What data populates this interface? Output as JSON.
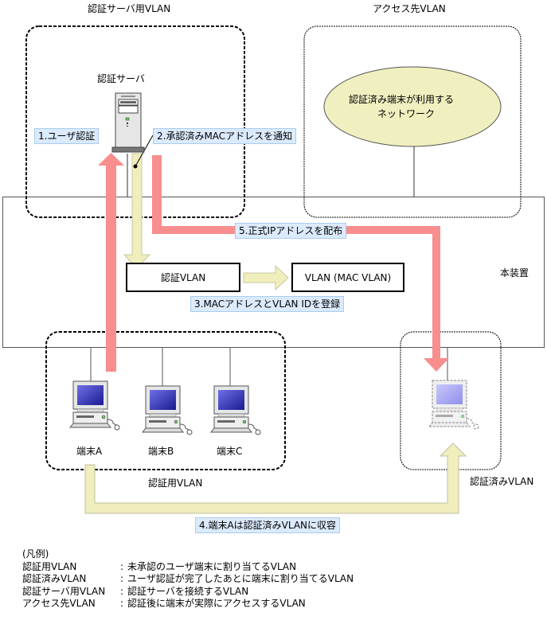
{
  "titles": {
    "auth_server_vlan": "認証サーバ用VLAN",
    "access_vlan": "アクセス先VLAN",
    "device": "本装置",
    "auth_vlan": "認証用VLAN",
    "authed_vlan": "認証済みVLAN"
  },
  "nodes": {
    "auth_server": "認証サーバ",
    "network_line1": "認証済み端末が利用する",
    "network_line2": "ネットワーク",
    "terminal_a": "端末A",
    "terminal_b": "端末B",
    "terminal_c": "端末C"
  },
  "boxes": {
    "auth_vlan_box": "認証VLAN",
    "mac_vlan_box": "VLAN (MAC VLAN)"
  },
  "steps": [
    {
      "id": 1,
      "label": "1.ユーザ認証"
    },
    {
      "id": 2,
      "label": "2.承認済みMACアドレスを通知"
    },
    {
      "id": 3,
      "label": "3.MACアドレスとVLAN IDを登録"
    },
    {
      "id": 4,
      "label": "4.端末Aは認証済みVLANに収容"
    },
    {
      "id": 5,
      "label": "5.正式IPアドレスを配布"
    }
  ],
  "legend": {
    "title": "(凡例)",
    "items": [
      {
        "term": "認証用VLAN",
        "sep": ":",
        "desc": "未承認のユーザ端末に割り当てるVLAN"
      },
      {
        "term": "認証済みVLAN",
        "sep": ":",
        "desc": "ユーザ認証が完了したあとに端末に割り当てるVLAN"
      },
      {
        "term": "認証サーバ用VLAN",
        "sep": ":",
        "desc": "認証サーバを接続するVLAN"
      },
      {
        "term": "アクセス先VLAN",
        "sep": ":",
        "desc": "認証後に端末が実際にアクセスするVLAN"
      }
    ]
  },
  "colors": {
    "red_arrow": "#f88e8e",
    "yellow_arrow": "#f0eebc",
    "label_bg": "#dbeafc",
    "ellipse_fill": "#f0efbf"
  }
}
